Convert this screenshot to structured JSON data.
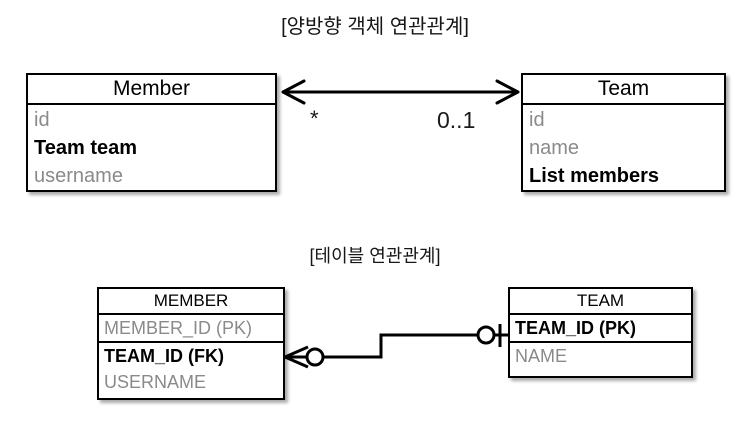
{
  "diagram": {
    "object_section": {
      "title": "[양방향 객체 연관관계]",
      "classes": [
        {
          "name": "Member",
          "attributes": [
            {
              "text": "id",
              "emphasis": false
            },
            {
              "text": "Team team",
              "emphasis": true
            },
            {
              "text": "username",
              "emphasis": false
            }
          ]
        },
        {
          "name": "Team",
          "attributes": [
            {
              "text": "id",
              "emphasis": false
            },
            {
              "text": "name",
              "emphasis": false
            },
            {
              "text": "List members",
              "emphasis": true
            }
          ]
        }
      ],
      "association": {
        "style": "bidirectional-double-arrow",
        "source_multiplicity": "*",
        "target_multiplicity": "0..1"
      }
    },
    "table_section": {
      "title": "[테이블 연관관계]",
      "tables": [
        {
          "name": "MEMBER",
          "columns": [
            {
              "text": "MEMBER_ID (PK)",
              "emphasis": false
            },
            {
              "text": "TEAM_ID (FK)",
              "emphasis": true
            },
            {
              "text": "USERNAME",
              "emphasis": false
            }
          ]
        },
        {
          "name": "TEAM",
          "columns": [
            {
              "text": "TEAM_ID (PK)",
              "emphasis": true
            },
            {
              "text": "NAME",
              "emphasis": false
            }
          ]
        }
      ],
      "relationship": {
        "style": "crows-foot",
        "left_end": "zero-or-many",
        "right_end": "zero-or-one"
      }
    },
    "colors": {
      "stroke": "#000000",
      "emphasis_text": "#000000",
      "muted_text": "#8a8a8a",
      "background": "#ffffff"
    }
  }
}
